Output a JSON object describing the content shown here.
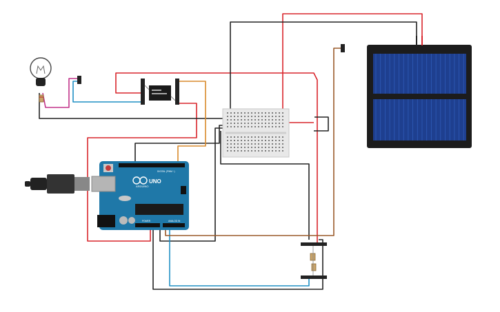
{
  "board": {
    "brand": "ARDUINO",
    "model": "UNO",
    "digital_header": "DIGITAL (PWM ~)",
    "power_header": "POWER",
    "analog_header": "ANALOG IN",
    "colors": {
      "pcb": "#1f78a8",
      "pcb_dark": "#135e86"
    }
  },
  "wire_colors": {
    "red": "#d9252b",
    "black": "#222222",
    "blue": "#1f8fc4",
    "orange": "#d98a2b",
    "brown": "#9a5a2a",
    "pink": "#c2338a",
    "gray": "#8a8a8a"
  },
  "components": [
    {
      "name": "light-bulb",
      "icon": "bulb-icon"
    },
    {
      "name": "resistor",
      "icon": "resistor-icon"
    },
    {
      "name": "relay",
      "icon": "relay-icon"
    },
    {
      "name": "breadboard-mini",
      "icon": "breadboard-icon"
    },
    {
      "name": "solar-panel",
      "icon": "solar-panel-icon"
    },
    {
      "name": "usb-cable",
      "icon": "usb-cable-icon"
    },
    {
      "name": "header-pins",
      "icon": "header-icon"
    }
  ]
}
